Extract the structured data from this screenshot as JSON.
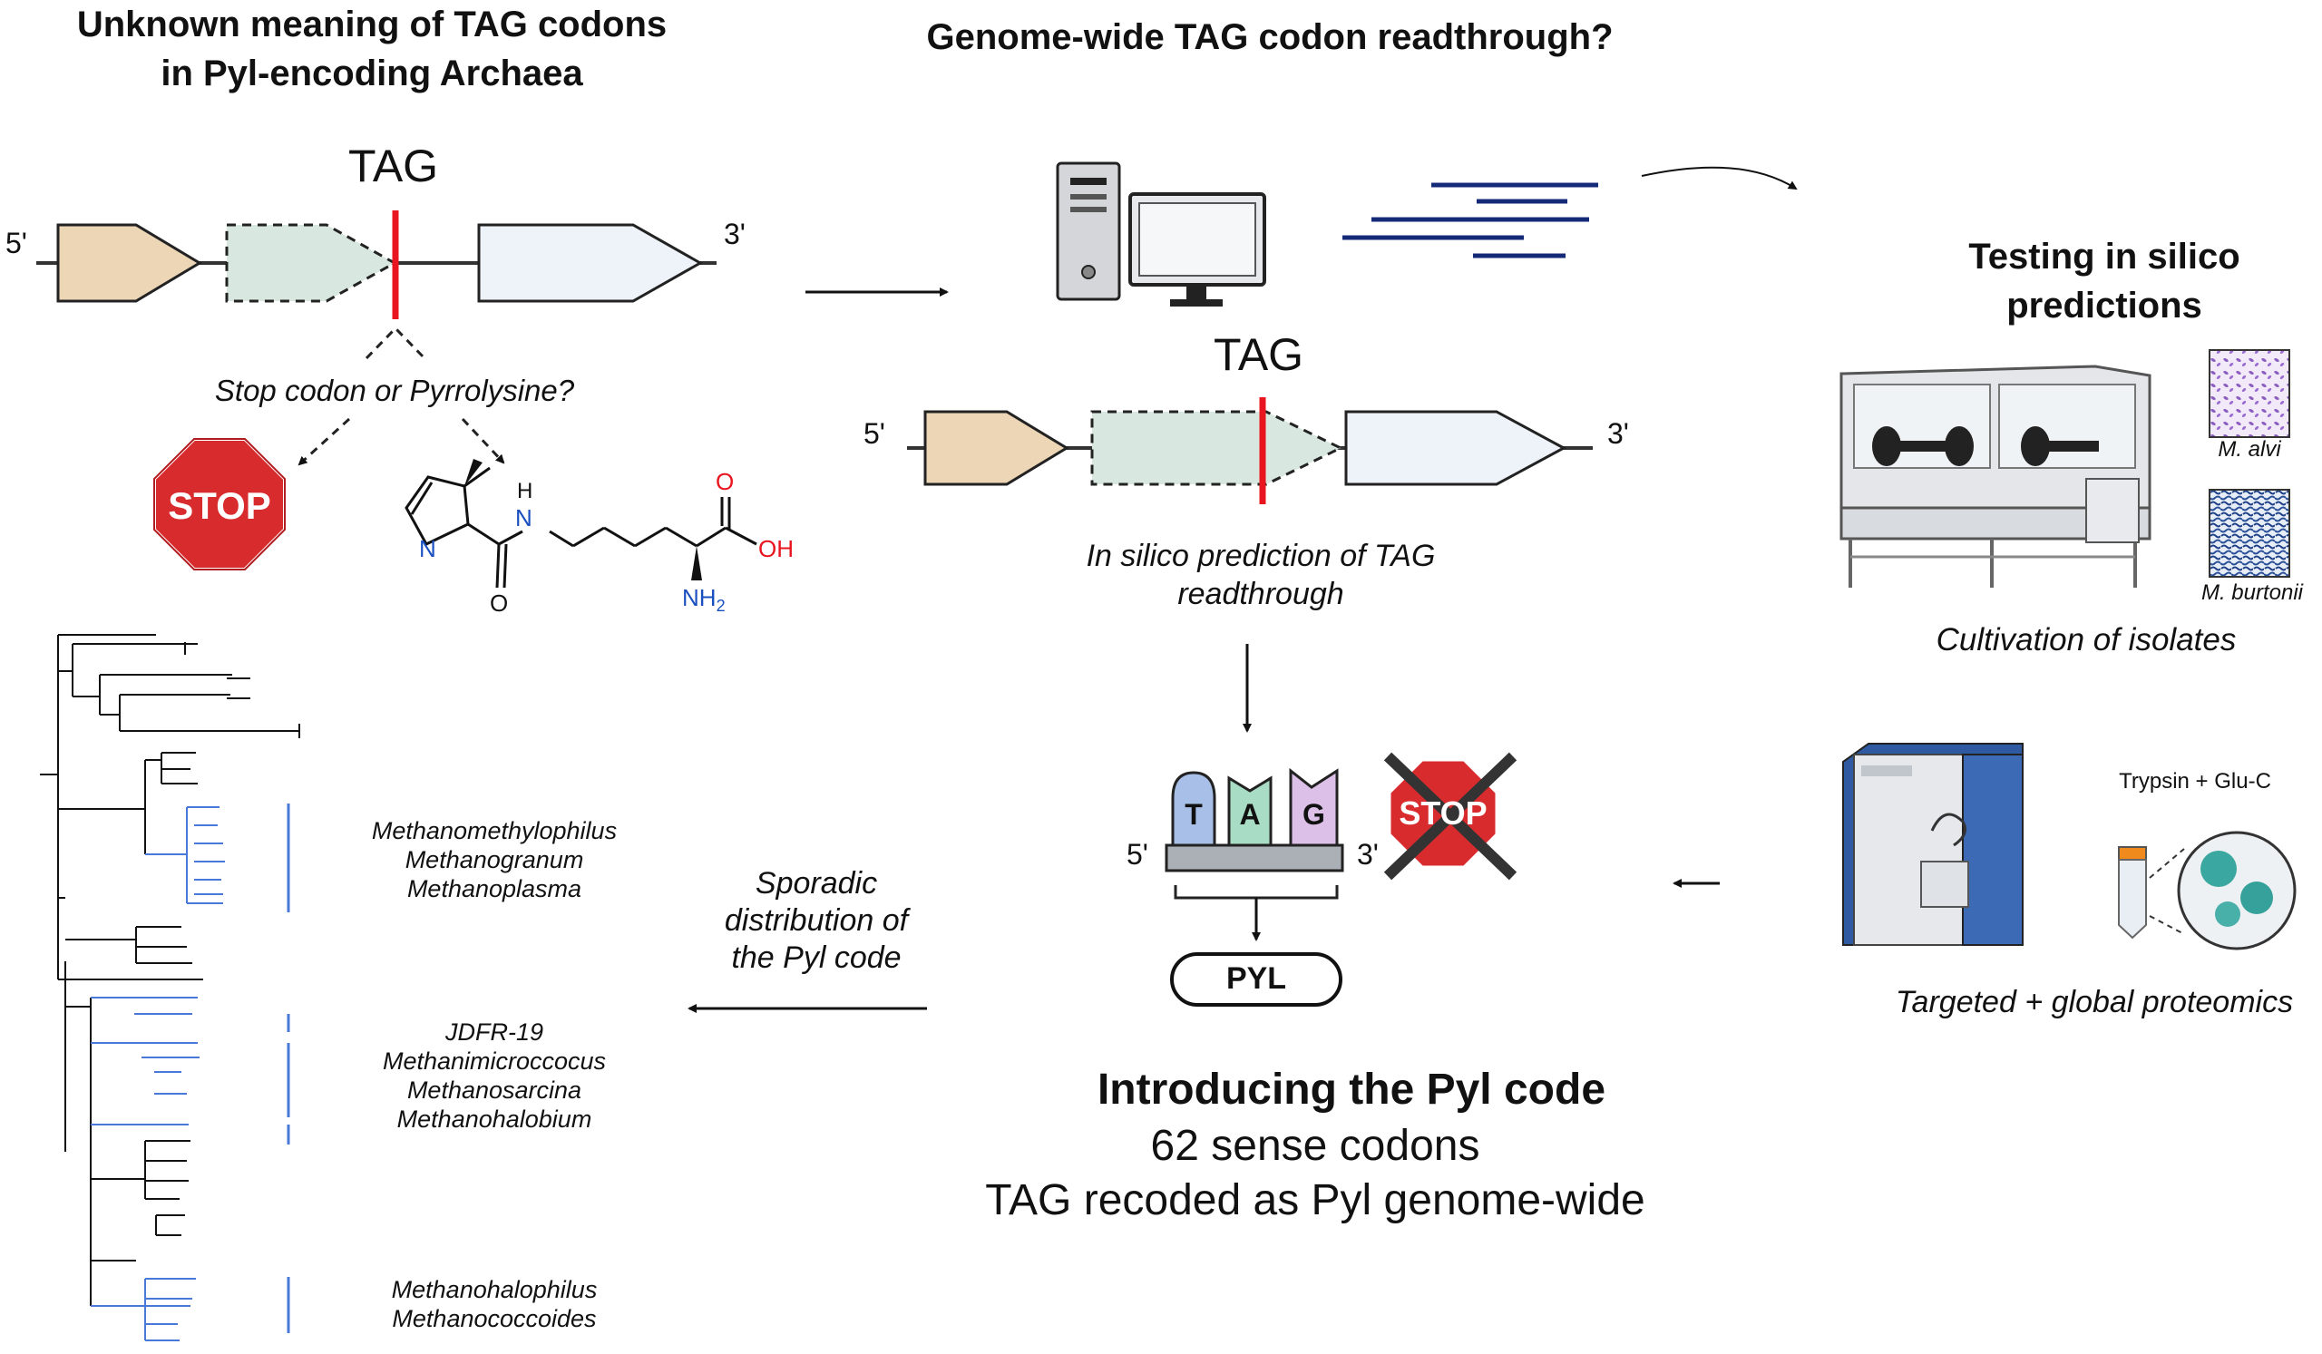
{
  "panels": {
    "left": {
      "title_line1": "Unknown meaning of TAG codons",
      "title_line2": "in Pyl-encoding Archaea",
      "codon": "TAG",
      "five_prime": "5'",
      "three_prime": "3'",
      "question": "Stop codon or Pyrrolysine?",
      "stop_sign": "STOP",
      "molecule_atoms": {
        "n_ring": "N",
        "nh": "N",
        "h": "H",
        "o_top": "O",
        "oh": "OH",
        "o_bottom": "O",
        "nh2": "NH",
        "nh2_sub": "2"
      }
    },
    "middle": {
      "title": "Genome-wide TAG codon readthrough?",
      "codon": "TAG",
      "five_prime": "5'",
      "three_prime": "3'",
      "prediction_line1": "In silico prediction of TAG",
      "prediction_line2": "readthrough",
      "tag_letters": [
        "T",
        "A",
        "G"
      ],
      "trna_five": "5'",
      "trna_three": "3'",
      "crossed_stop": "STOP",
      "pyl_label": "PYL",
      "conclusion_title": "Introducing the Pyl code",
      "conclusion_line1": "62 sense codons",
      "conclusion_line2": "TAG recoded as Pyl genome-wide",
      "sporadic_line1": "Sporadic",
      "sporadic_line2": "distribution of",
      "sporadic_line3": "the Pyl code"
    },
    "right": {
      "title_line1": "Testing in silico",
      "title_line2": "predictions",
      "isolate1": "M. alvi",
      "isolate2": "M. burtonii",
      "cultivation": "Cultivation of isolates",
      "enzymes": "Trypsin + Glu-C",
      "proteomics": "Targeted + global proteomics"
    },
    "tree": {
      "clades": [
        [
          "Methanomethylophilus",
          "Methanogranum",
          "Methanoplasma"
        ],
        [
          "JDFR-19",
          "Methanimicroccocus",
          "Methanosarcina",
          "Methanohalobium"
        ],
        [
          "Methanohalophilus",
          "Methanococcoides"
        ]
      ]
    }
  },
  "colors": {
    "red": "#e8141e",
    "navy": "#142a78",
    "tan": "#ecd6b6",
    "mint": "#d8e8e0",
    "pale": "#eef3fa",
    "stop_red": "#d82b2d",
    "tree_blue": "#4a78d8",
    "t_blue": "#a8c0e8",
    "a_green": "#a8dcc4",
    "g_purple": "#dcc0e8"
  }
}
